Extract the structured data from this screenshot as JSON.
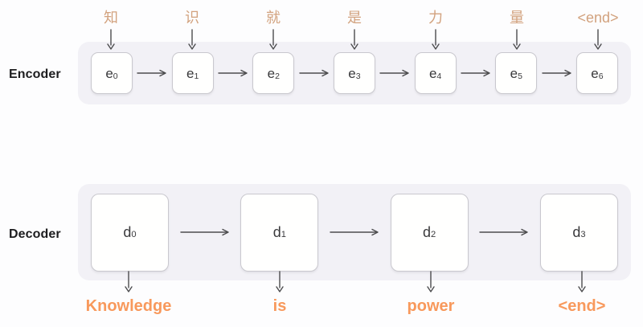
{
  "encoder": {
    "label": "Encoder",
    "inputs": [
      "知",
      "识",
      "就",
      "是",
      "力",
      "量",
      "<end>"
    ],
    "cells": [
      {
        "base": "e",
        "sub": "0"
      },
      {
        "base": "e",
        "sub": "1"
      },
      {
        "base": "e",
        "sub": "2"
      },
      {
        "base": "e",
        "sub": "3"
      },
      {
        "base": "e",
        "sub": "4"
      },
      {
        "base": "e",
        "sub": "5"
      },
      {
        "base": "e",
        "sub": "6"
      }
    ]
  },
  "decoder": {
    "label": "Decoder",
    "cells": [
      {
        "base": "d",
        "sub": "0"
      },
      {
        "base": "d",
        "sub": "1"
      },
      {
        "base": "d",
        "sub": "2"
      },
      {
        "base": "d",
        "sub": "3"
      }
    ],
    "outputs": [
      "Knowledge",
      "is",
      "power",
      "<end>"
    ]
  },
  "colors": {
    "panel_background": "#f2f1f6",
    "input_token_text": "#d2a27e",
    "output_token_text": "#f8995c",
    "arrow": "#4c4c4e",
    "cell_border": "#c9c8ce",
    "label_text": "#1d1d1f"
  }
}
